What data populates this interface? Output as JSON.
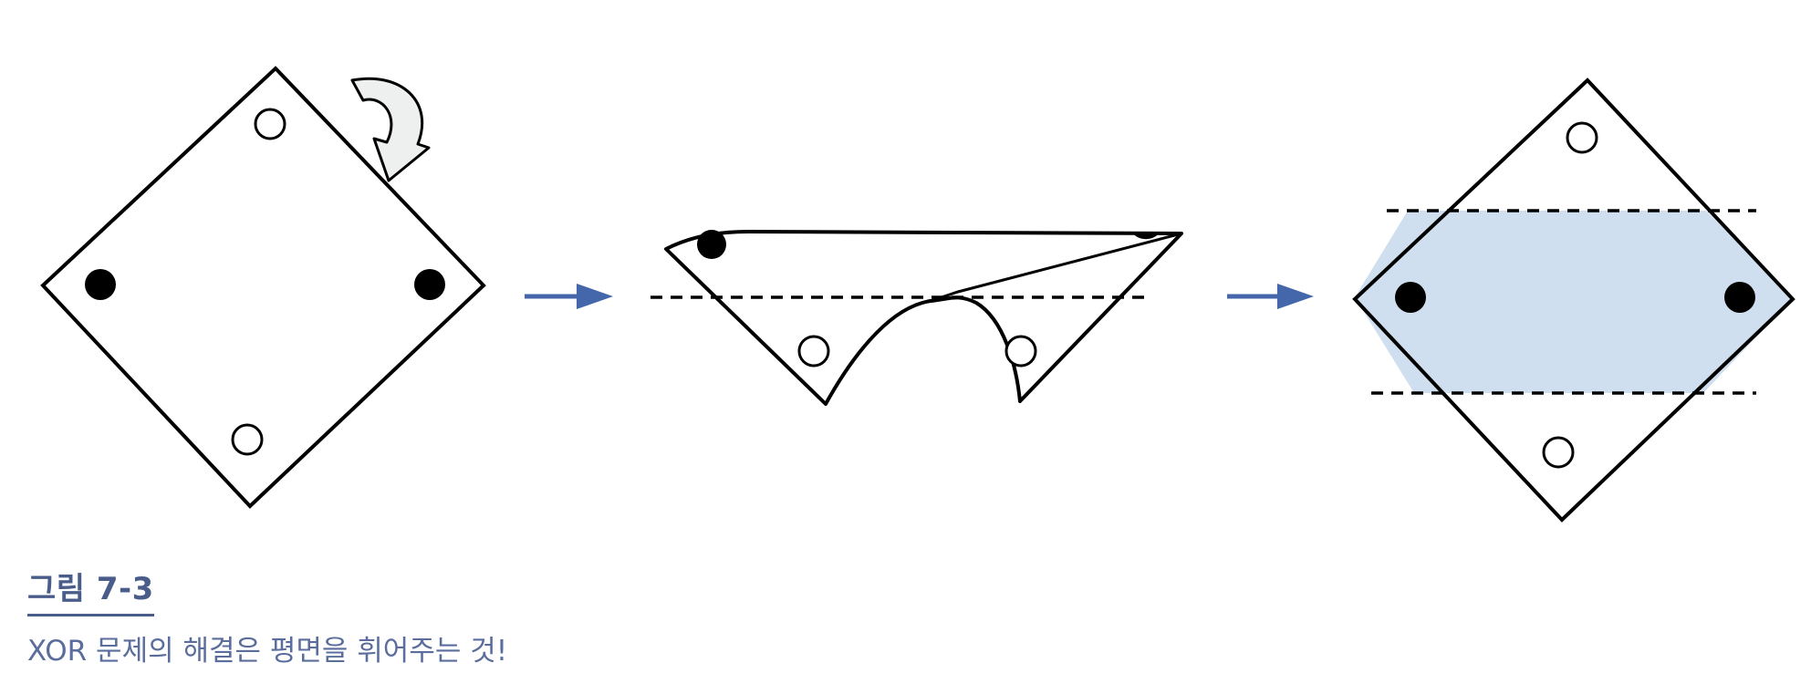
{
  "figure": {
    "label": "그림 7-3",
    "caption": "XOR 문제의 해결은 평면을 휘어주는 것!"
  },
  "colors": {
    "arrow": "#4466aa",
    "highlight_band": "#d0dff0",
    "caption_text": "#5a6d9c",
    "ink": "#000000",
    "curl_arrow_fill": "#eef0f0"
  },
  "panels": [
    {
      "name": "flat-plane",
      "points": [
        "hollow-top",
        "filled-left",
        "filled-right",
        "hollow-bottom"
      ]
    },
    {
      "name": "folded-plane",
      "points": [
        "filled-left",
        "filled-right",
        "hollow-left",
        "hollow-right"
      ]
    },
    {
      "name": "separated-plane",
      "points": [
        "hollow-top",
        "filled-left",
        "filled-right",
        "hollow-bottom"
      ]
    }
  ]
}
